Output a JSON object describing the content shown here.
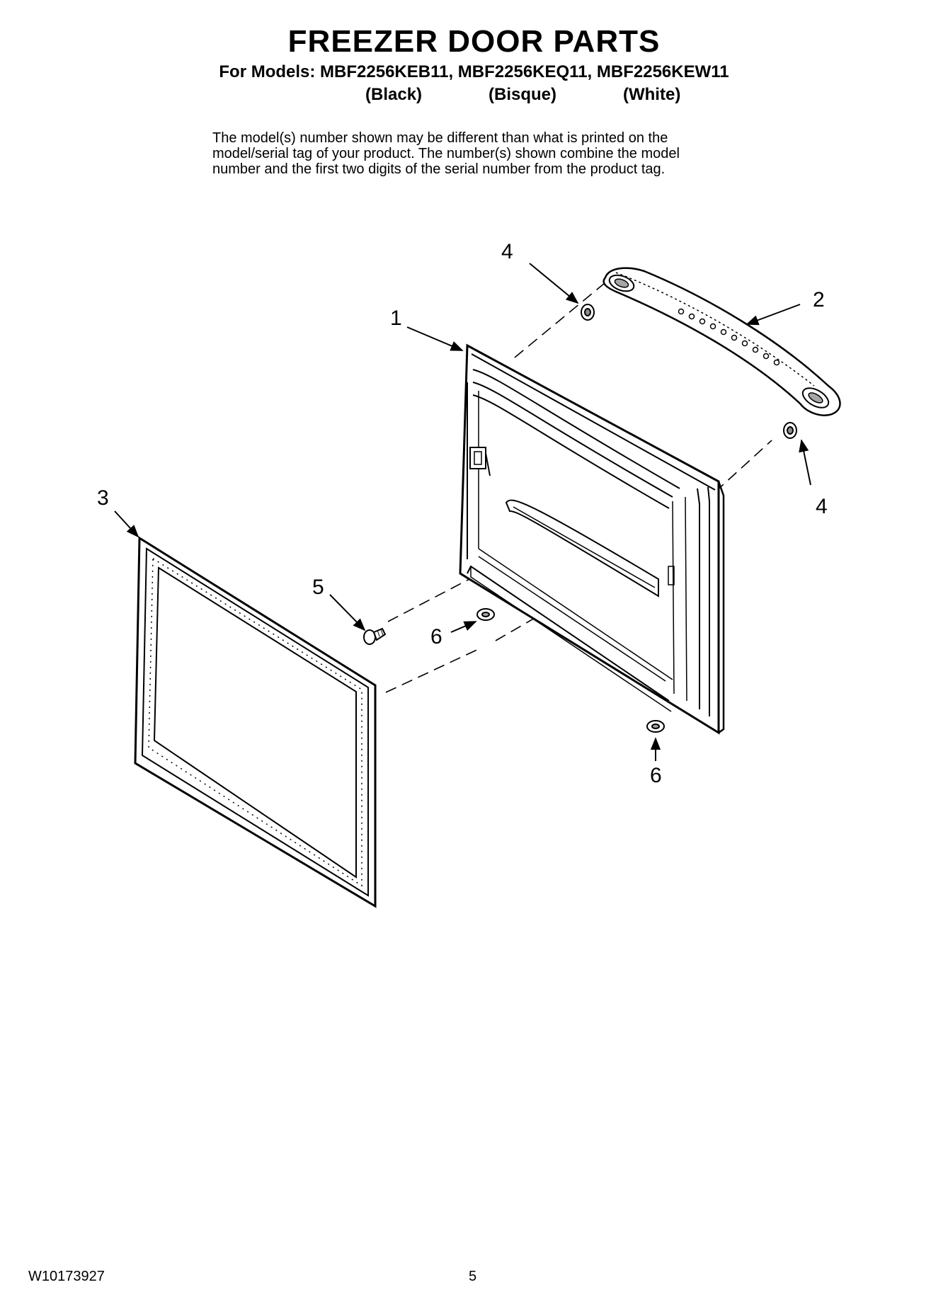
{
  "header": {
    "title": "FREEZER DOOR PARTS",
    "models_line": "For Models: MBF2256KEB11, MBF2256KEQ11, MBF2256KEW11",
    "finishes": [
      "(Black)",
      "(Bisque)",
      "(White)"
    ]
  },
  "note": {
    "lines": [
      "The model(s) number shown may be different than what is printed on the",
      "model/serial tag of your product. The number(s) shown combine the model",
      "number and the first two digits of the serial number from the product tag."
    ]
  },
  "callouts": {
    "door": "1",
    "handle": "2",
    "gasket": "3",
    "handle_screw_top": "4",
    "handle_screw_bottom": "4",
    "screw": "5",
    "washer_left": "6",
    "washer_right": "6"
  },
  "footer": {
    "doc_number": "W10173927",
    "page_number": "5"
  }
}
